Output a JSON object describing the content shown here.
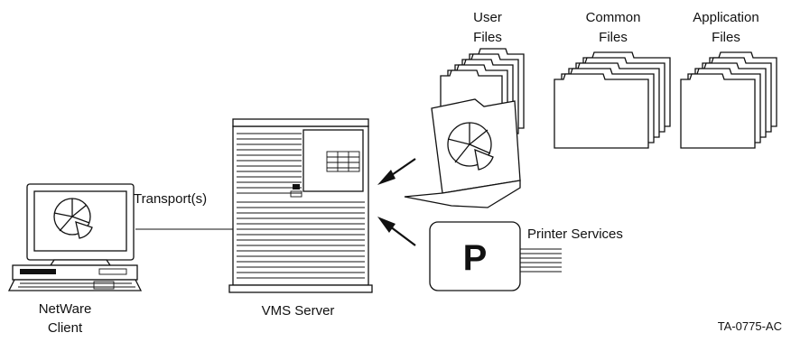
{
  "labels": {
    "user_files_line1": "User",
    "user_files_line2": "Files",
    "common_files_line1": "Common",
    "common_files_line2": "Files",
    "application_files_line1": "Application",
    "application_files_line2": "Files",
    "transport": "Transport(s)",
    "client_line1": "NetWare",
    "client_line2": "Client",
    "server": "VMS Server",
    "printer_services": "Printer Services",
    "printer_letter": "P",
    "figure_id": "TA-0775-AC"
  }
}
